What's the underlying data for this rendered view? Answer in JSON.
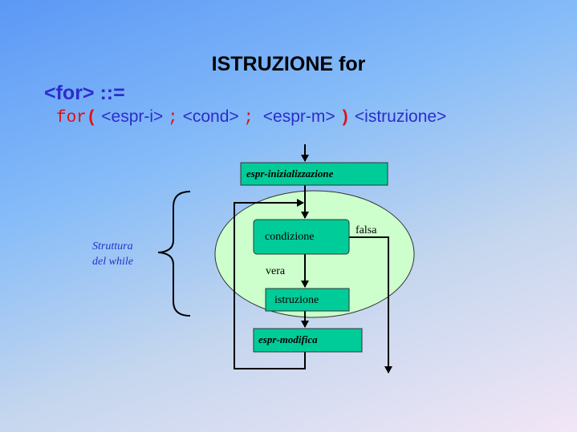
{
  "title": "ISTRUZIONE for",
  "bnf_head": "<for> ::=",
  "syntax": {
    "kw_for": "for",
    "open_paren": "(",
    "espr_i": " <espr-i> ",
    "semi1": ";",
    "cond": " <cond> ",
    "semi2": ";",
    "espr_m": "  <espr-m> ",
    "close_paren": ")",
    "istr": " <istruzione>"
  },
  "diagram": {
    "init": "espr-inizializzazione",
    "cond": "condizione",
    "false_label": "falsa",
    "true_label": "vera",
    "stmt": "istruzione",
    "modify": "espr-modifica",
    "side_line1": "Struttura",
    "side_line2": "del while"
  },
  "colors": {
    "box": "#00cc99",
    "ellipse": "#ccffcc",
    "text_blue": "#2c2ccc",
    "keyword_red": "#e01010"
  }
}
